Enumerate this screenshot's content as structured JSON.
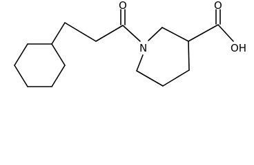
{
  "structure": {
    "atoms": {
      "oxygen_ketone": "O",
      "nitrogen": "N",
      "oxygen_carbonyl": "O",
      "hydroxyl": "OH"
    }
  }
}
